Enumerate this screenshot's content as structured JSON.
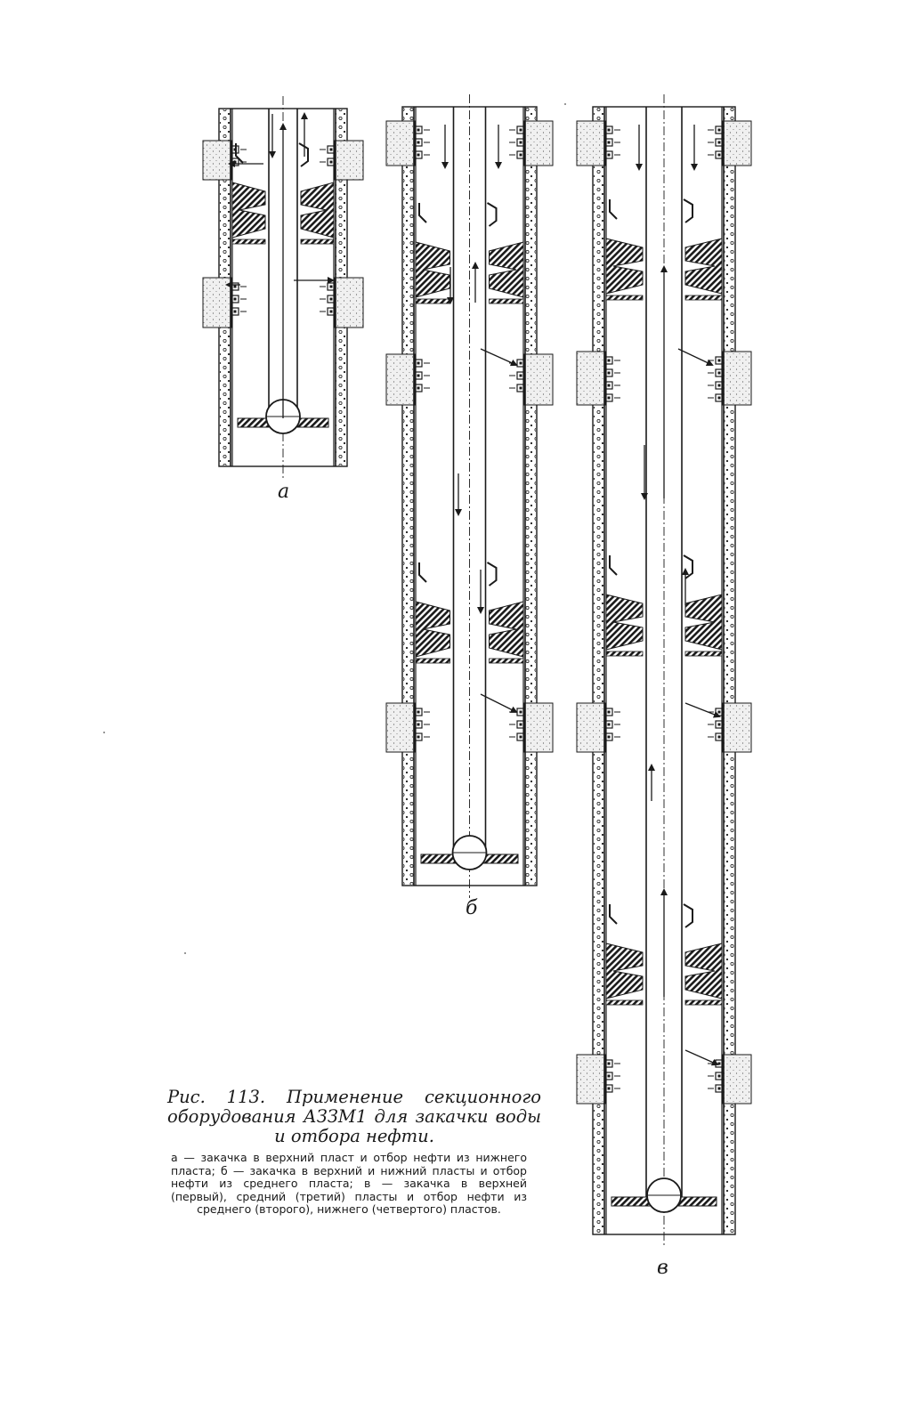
{
  "figure": {
    "labels": {
      "a": "а",
      "b": "б",
      "c": "в"
    },
    "caption_title": "Рис. 113. Применение секционного оборудования АЗЗМ1 для закачки воды и отбора нефти.",
    "caption_description": "а — закачка в верхний пласт и отбор нефти из нижнего пласта; б — закачка в верхний и нижний пласты и отбор нефти из среднего пласта; в — закачка в верхней (первый), средний (третий) пласты и отбор нефти из среднего (второго), нижнего (четвертого) пластов."
  },
  "colors": {
    "ink": "#1a1a1a",
    "formation_fill": "#efefef",
    "paper": "#ffffff"
  }
}
